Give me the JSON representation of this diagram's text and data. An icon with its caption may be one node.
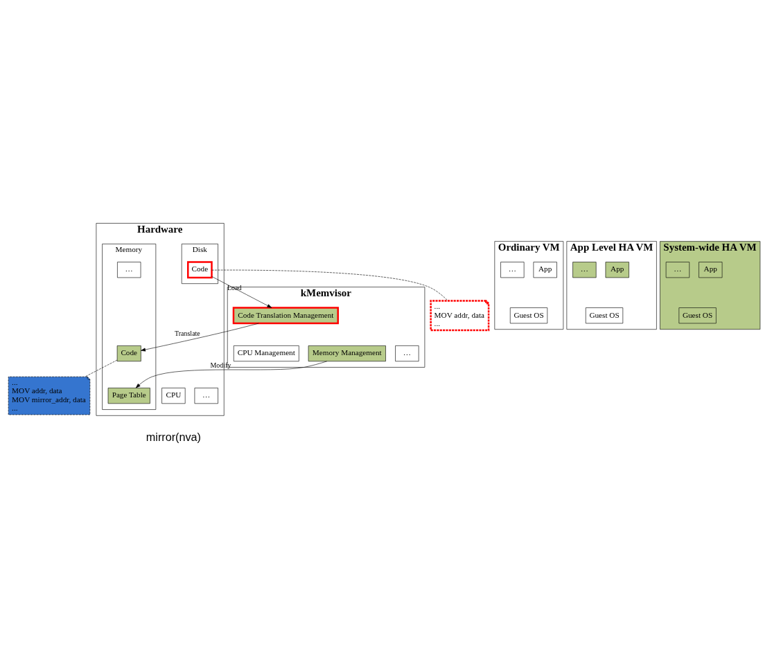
{
  "diagram": {
    "nodes": [
      {
        "text": [
          "Ordinary VM"
        ]
      },
      {
        "text": [
          "App"
        ],
        "in": 0
      },
      {
        "text": [
          "…"
        ],
        "in": 0
      },
      {
        "text": [
          "Guest OS"
        ],
        "in": 0
      },
      {
        "text": [
          "App Level HA VM"
        ]
      },
      {
        "text": [
          "App"
        ],
        "in": 4
      },
      {
        "text": [
          "…"
        ],
        "in": 4
      },
      {
        "text": [
          "Guest OS"
        ],
        "in": 4
      },
      {
        "text": [
          "System-wide HA VM"
        ]
      },
      {
        "text": [
          "App"
        ],
        "in": 8
      },
      {
        "text": [
          "…"
        ],
        "in": 8
      },
      {
        "text": [
          "Guest OS"
        ],
        "in": 8
      },
      {
        "text": [
          "kMemvisor"
        ]
      },
      {
        "text": [
          "CPU Management"
        ],
        "in": 12
      },
      {
        "text": [
          "Memory Management"
        ],
        "in": 12
      },
      {
        "text": [
          "Code Translation Management"
        ],
        "in": 12
      },
      {
        "text": [
          "…"
        ],
        "in": 12
      },
      {
        "text": [
          "Hardware"
        ]
      },
      {
        "text": [
          "CPU"
        ],
        "in": 17
      },
      {
        "text": [
          "Memory"
        ],
        "in": 17
      },
      {
        "text": [
          "Page Table"
        ],
        "in": 19
      },
      {
        "text": [
          "Code"
        ],
        "in": 19
      },
      {
        "text": [
          "…"
        ],
        "in": 19
      },
      {
        "text": [
          "Disk"
        ],
        "in": 17
      },
      {
        "text": [
          "Code"
        ],
        "in": 23
      },
      {
        "text": [
          "…"
        ],
        "in": 17
      },
      {
        "text": [
          "...",
          "MOV addr, data",
          "MOV mirror_addr, data",
          "..."
        ]
      },
      {
        "text": [
          "...",
          "MOV addr, data",
          "..."
        ]
      }
    ],
    "edges": [
      {
        "from": 14,
        "to": 20,
        "arrow": "to",
        "label": "Modify"
      },
      {
        "from": 15,
        "to": 21,
        "arrow": "to",
        "label": "Translate"
      },
      {
        "from": 24,
        "to": 15,
        "arrow": "to",
        "label": "Load"
      },
      {
        "from": 21,
        "to": 26,
        "arrow": "none",
        "style": "dashed"
      },
      {
        "from": 24,
        "to": 27,
        "arrow": "none",
        "style": "dashed"
      }
    ],
    "labels": [
      "mirror(nva)"
    ]
  }
}
